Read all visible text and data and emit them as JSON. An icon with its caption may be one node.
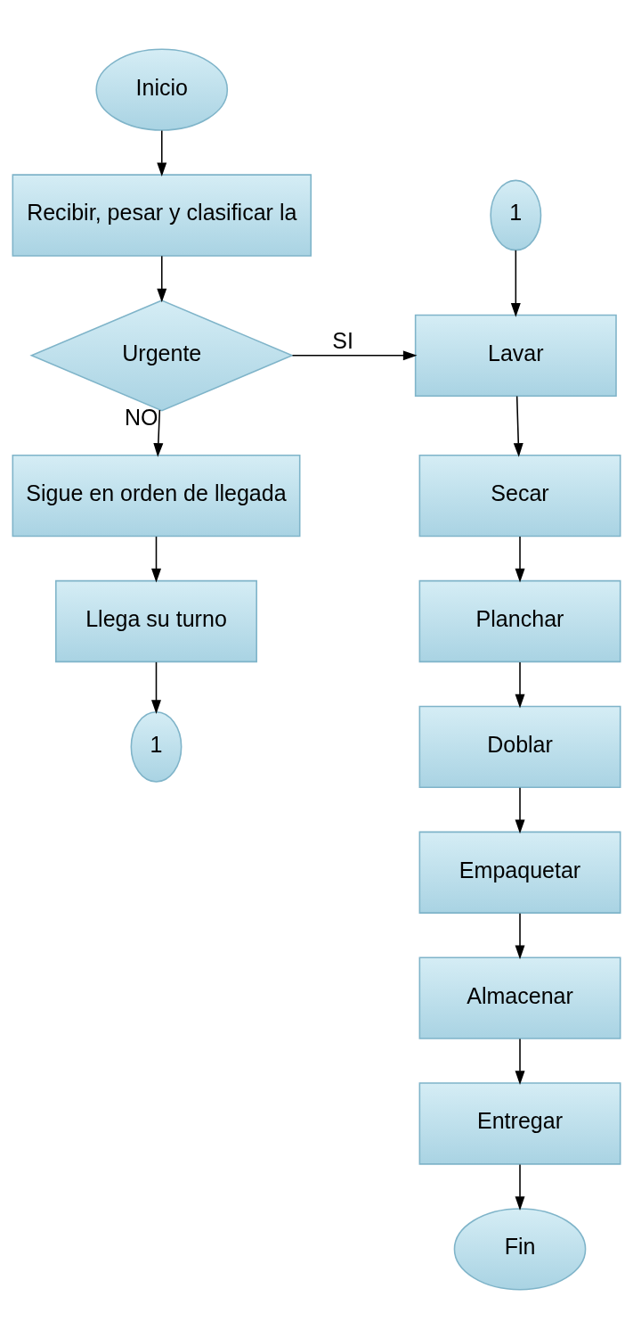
{
  "diagram": {
    "nodes": [
      {
        "text": [
          "Inicio"
        ]
      },
      {
        "text": [
          "Recibir, pesar y clasificar la"
        ]
      },
      {
        "text": [
          "Urgente"
        ]
      },
      {
        "text": [
          "Sigue en orden de llegada"
        ]
      },
      {
        "text": [
          "Llega su turno"
        ]
      },
      {
        "text": [
          "1"
        ]
      },
      {
        "text": [
          "1"
        ]
      },
      {
        "text": [
          "Lavar"
        ]
      },
      {
        "text": [
          "Secar"
        ]
      },
      {
        "text": [
          "Planchar"
        ]
      },
      {
        "text": [
          "Doblar"
        ]
      },
      {
        "text": [
          "Empaquetar"
        ]
      },
      {
        "text": [
          "Almacenar"
        ]
      },
      {
        "text": [
          "Entregar"
        ]
      },
      {
        "text": [
          "Fin"
        ]
      }
    ],
    "edges": [
      {
        "from": 0,
        "to": 1,
        "arrow": "to"
      },
      {
        "from": 1,
        "to": 2,
        "arrow": "to"
      },
      {
        "from": 2,
        "to": 7,
        "arrow": "to",
        "label": "SI"
      },
      {
        "from": 2,
        "to": 3,
        "arrow": "to",
        "label": "NO"
      },
      {
        "from": 3,
        "to": 4,
        "arrow": "to"
      },
      {
        "from": 4,
        "to": 5,
        "arrow": "to"
      },
      {
        "from": 6,
        "to": 7,
        "arrow": "to"
      },
      {
        "from": 7,
        "to": 8,
        "arrow": "to"
      },
      {
        "from": 8,
        "to": 9,
        "arrow": "to"
      },
      {
        "from": 9,
        "to": 10,
        "arrow": "to"
      },
      {
        "from": 10,
        "to": 11,
        "arrow": "to"
      },
      {
        "from": 11,
        "to": 12,
        "arrow": "to"
      },
      {
        "from": 12,
        "to": 13,
        "arrow": "to"
      },
      {
        "from": 13,
        "to": 14,
        "arrow": "to"
      }
    ]
  }
}
